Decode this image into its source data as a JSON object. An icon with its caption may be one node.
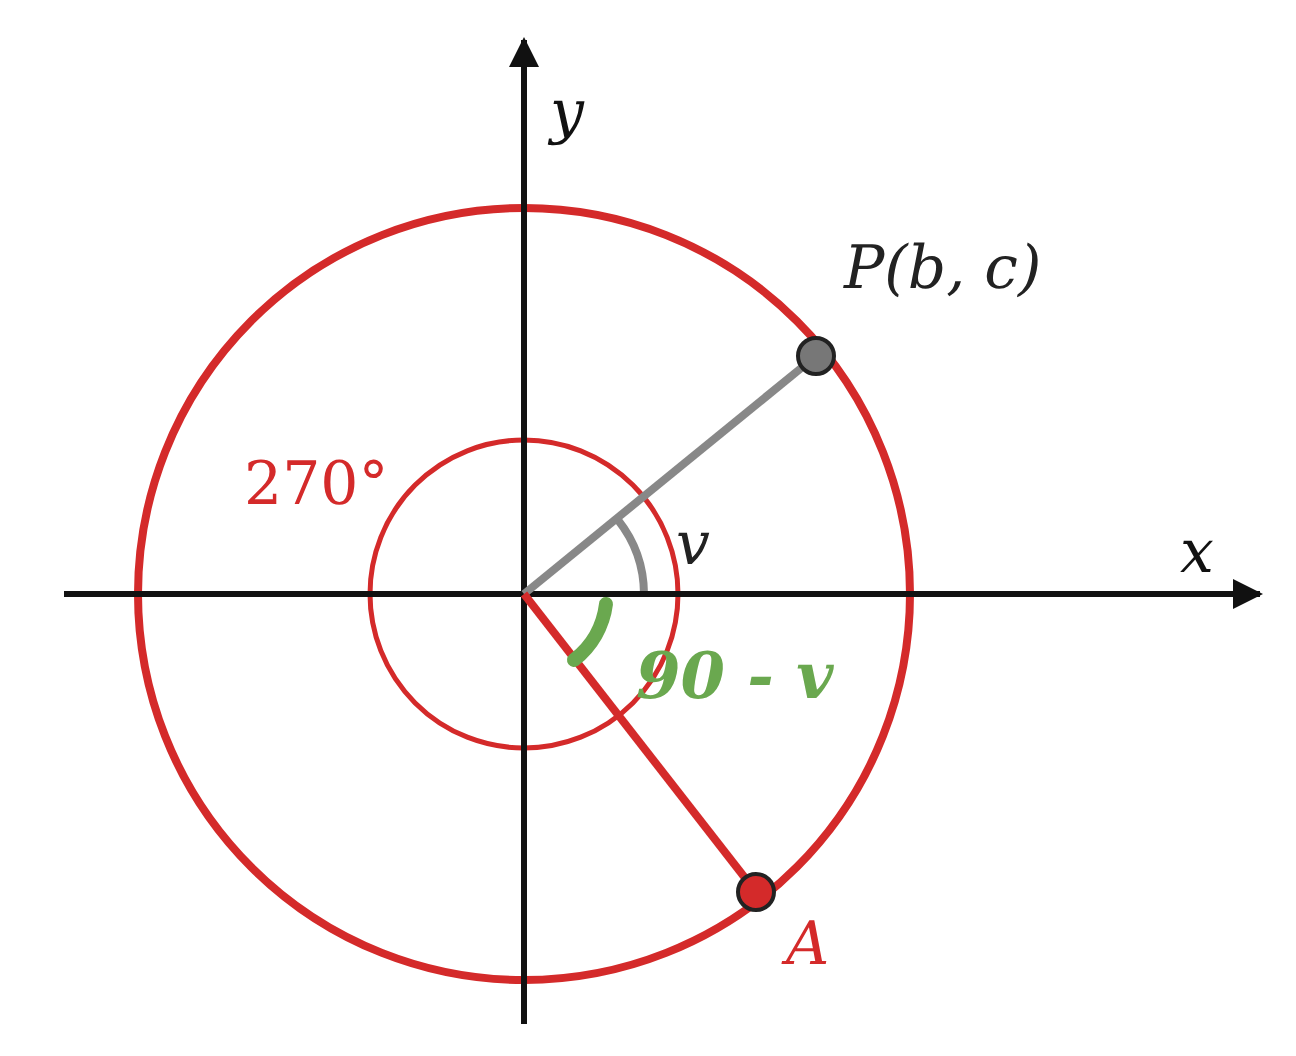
{
  "diagram": {
    "labels": [
      "y",
      "P(b, c)",
      "270°",
      "v",
      "x",
      "90 - v",
      "A"
    ]
  }
}
